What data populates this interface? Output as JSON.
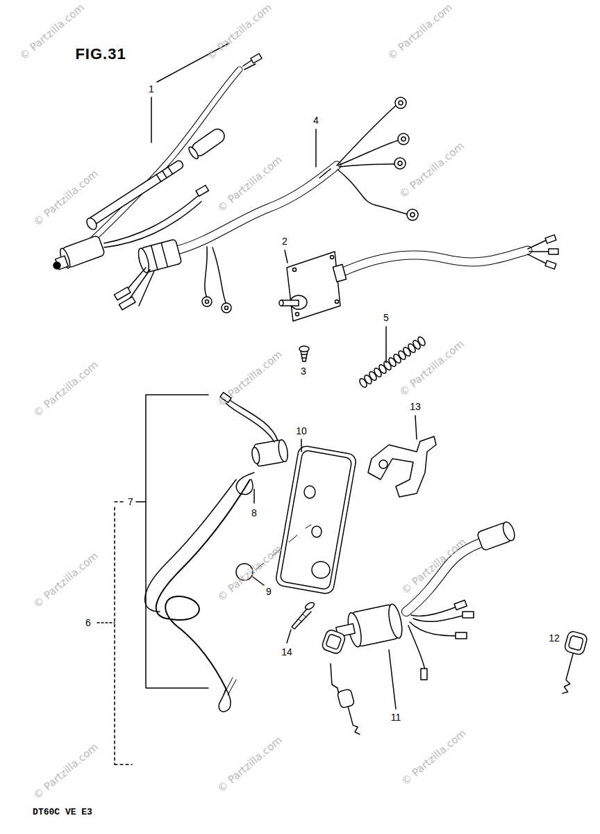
{
  "diagram": {
    "title": "FIG.31",
    "caption": "DT60C VE E3",
    "labels": [
      "1",
      "2",
      "3",
      "4",
      "5",
      "6",
      "7",
      "8",
      "9",
      "10",
      "11",
      "12",
      "13",
      "14",
      "© Partzilla.com",
      "© Partzilla.com",
      "© Partzilla.com",
      "© Partzilla.com",
      "© Partzilla.com",
      "© Partzilla.com",
      "© Partzilla.com",
      "© Partzilla.com",
      "© Partzilla.com",
      "© Partzilla.com",
      "© Partzilla.com",
      "© Partzilla.com",
      "© Partzilla.com",
      "© Partzilla.com",
      "© Partzilla.com"
    ]
  }
}
